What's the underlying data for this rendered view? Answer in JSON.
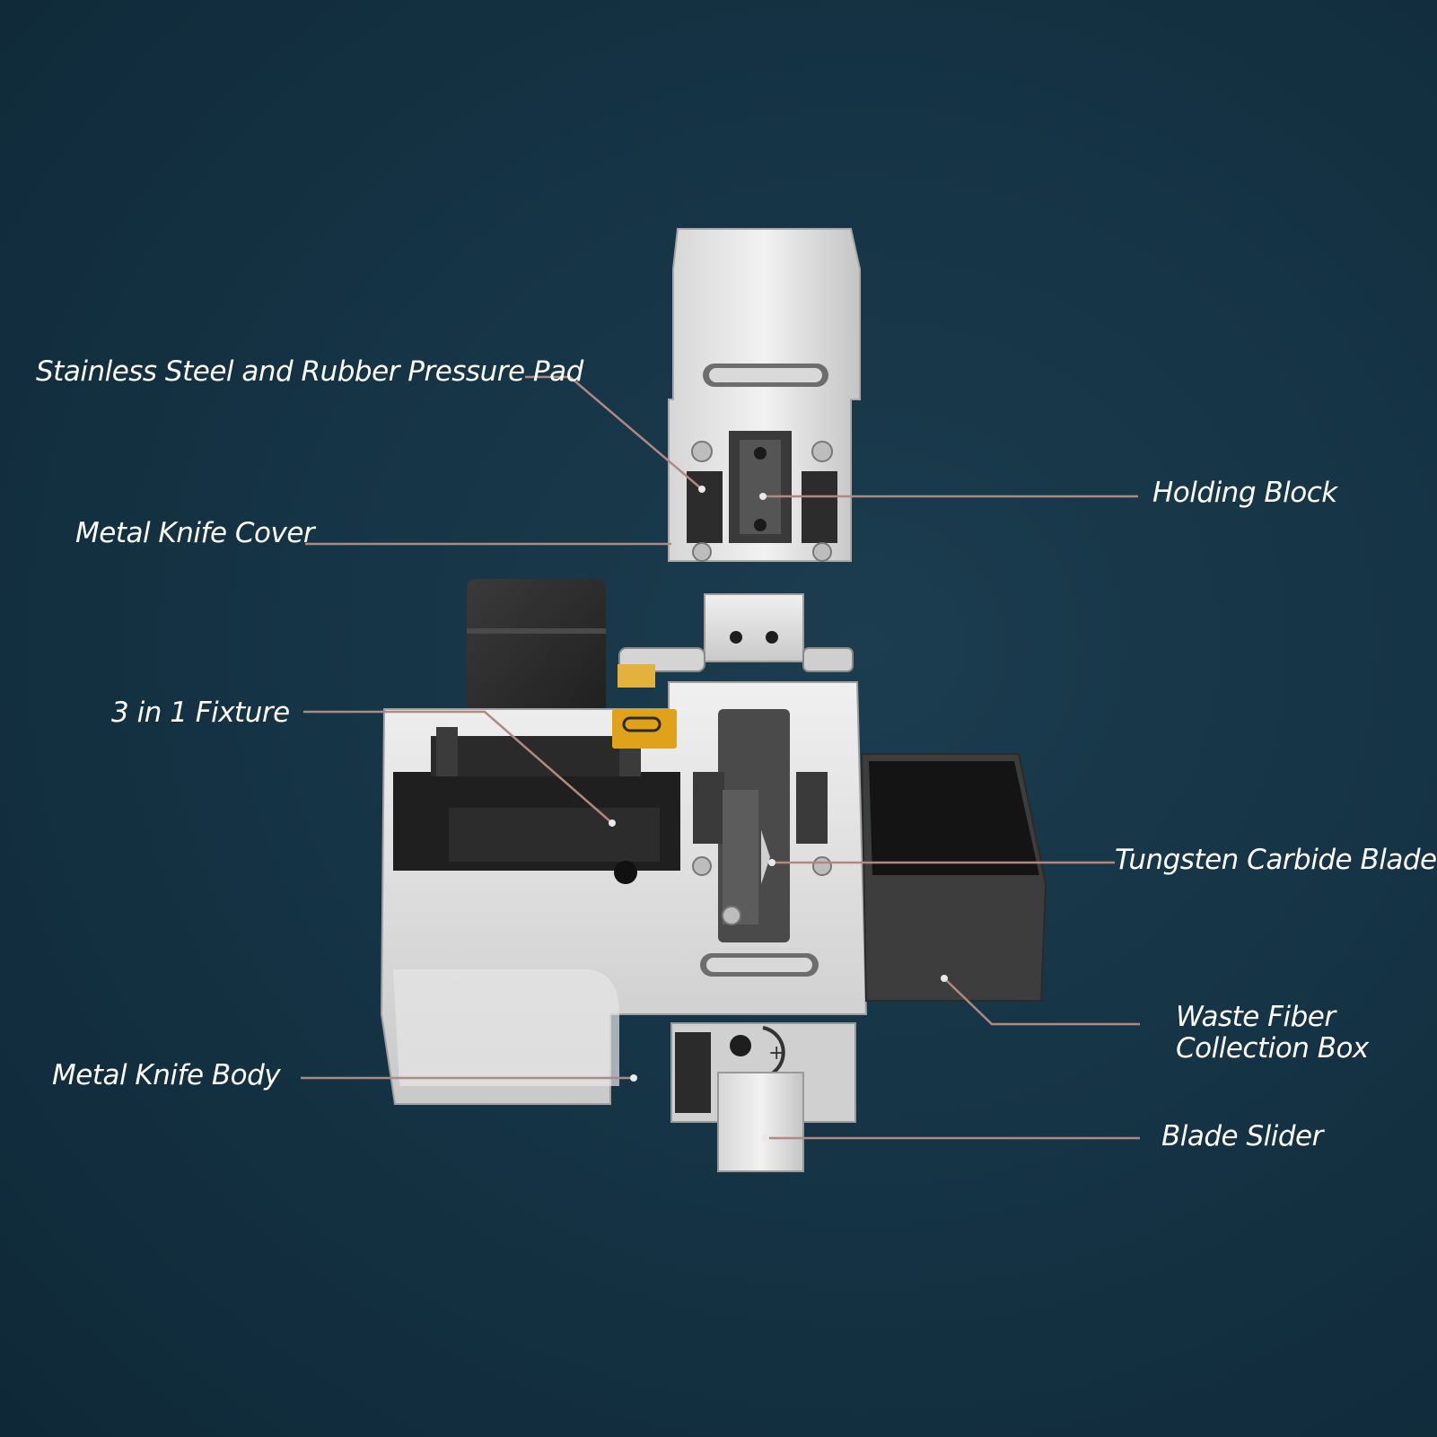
{
  "labels": {
    "pressure_pad": "Stainless Steel and Rubber Pressure Pad",
    "holding_block": "Holding Block",
    "knife_cover": "Metal Knife Cover",
    "fixture": "3 in 1 Fixture",
    "blade": "Tungsten Carbide Blade",
    "waste_box_line1": "Waste Fiber",
    "waste_box_line2": "Collection Box",
    "knife_body": "Metal Knife Body",
    "blade_slider": "Blade Slider"
  },
  "colors": {
    "background": "#143243",
    "leader_line": "#b08a80",
    "metal": "#dcdcdc",
    "dark_part": "#2a2a2a",
    "accent_yellow": "#e0a21a",
    "label_text": "#ffffff"
  }
}
